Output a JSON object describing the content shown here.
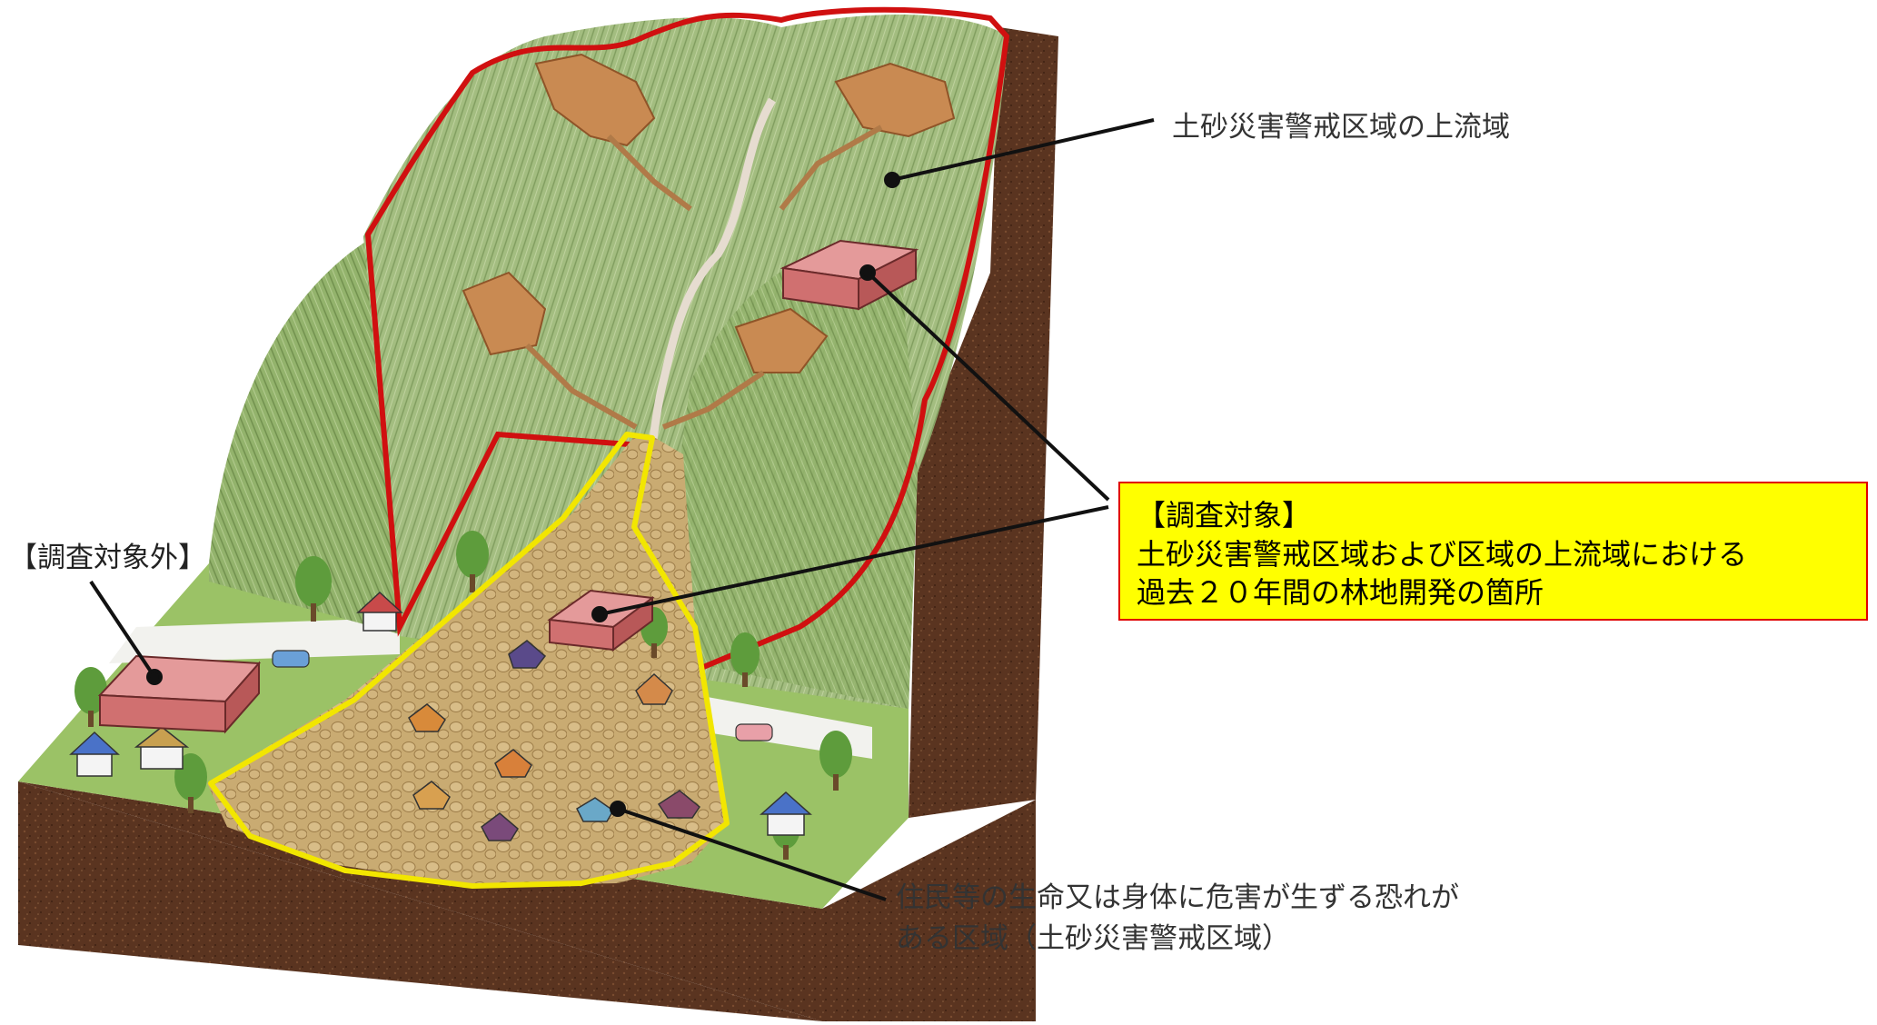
{
  "labels": {
    "upstream": "土砂災害警戒区域の上流域",
    "excluded": "【調査対象外】",
    "danger_line1": "住民等の生命又は身体に危害が生ずる恐れが",
    "danger_line2": "ある区域（土砂災害警戒区域）"
  },
  "survey_box": {
    "title": "【調査対象】",
    "line1": "土砂災害警戒区域および区域の上流域における",
    "line2": "過去２０年間の林地開発の箇所"
  },
  "colors": {
    "upstream_outline": "#d01010",
    "danger_zone_outline": "#f2e600",
    "survey_box_fill": "#ffff00",
    "survey_box_border": "#e00000",
    "site_marker": "#d87070",
    "mountain": "#9cb878",
    "soil": "#5a3420",
    "debris": "#c8a870"
  }
}
